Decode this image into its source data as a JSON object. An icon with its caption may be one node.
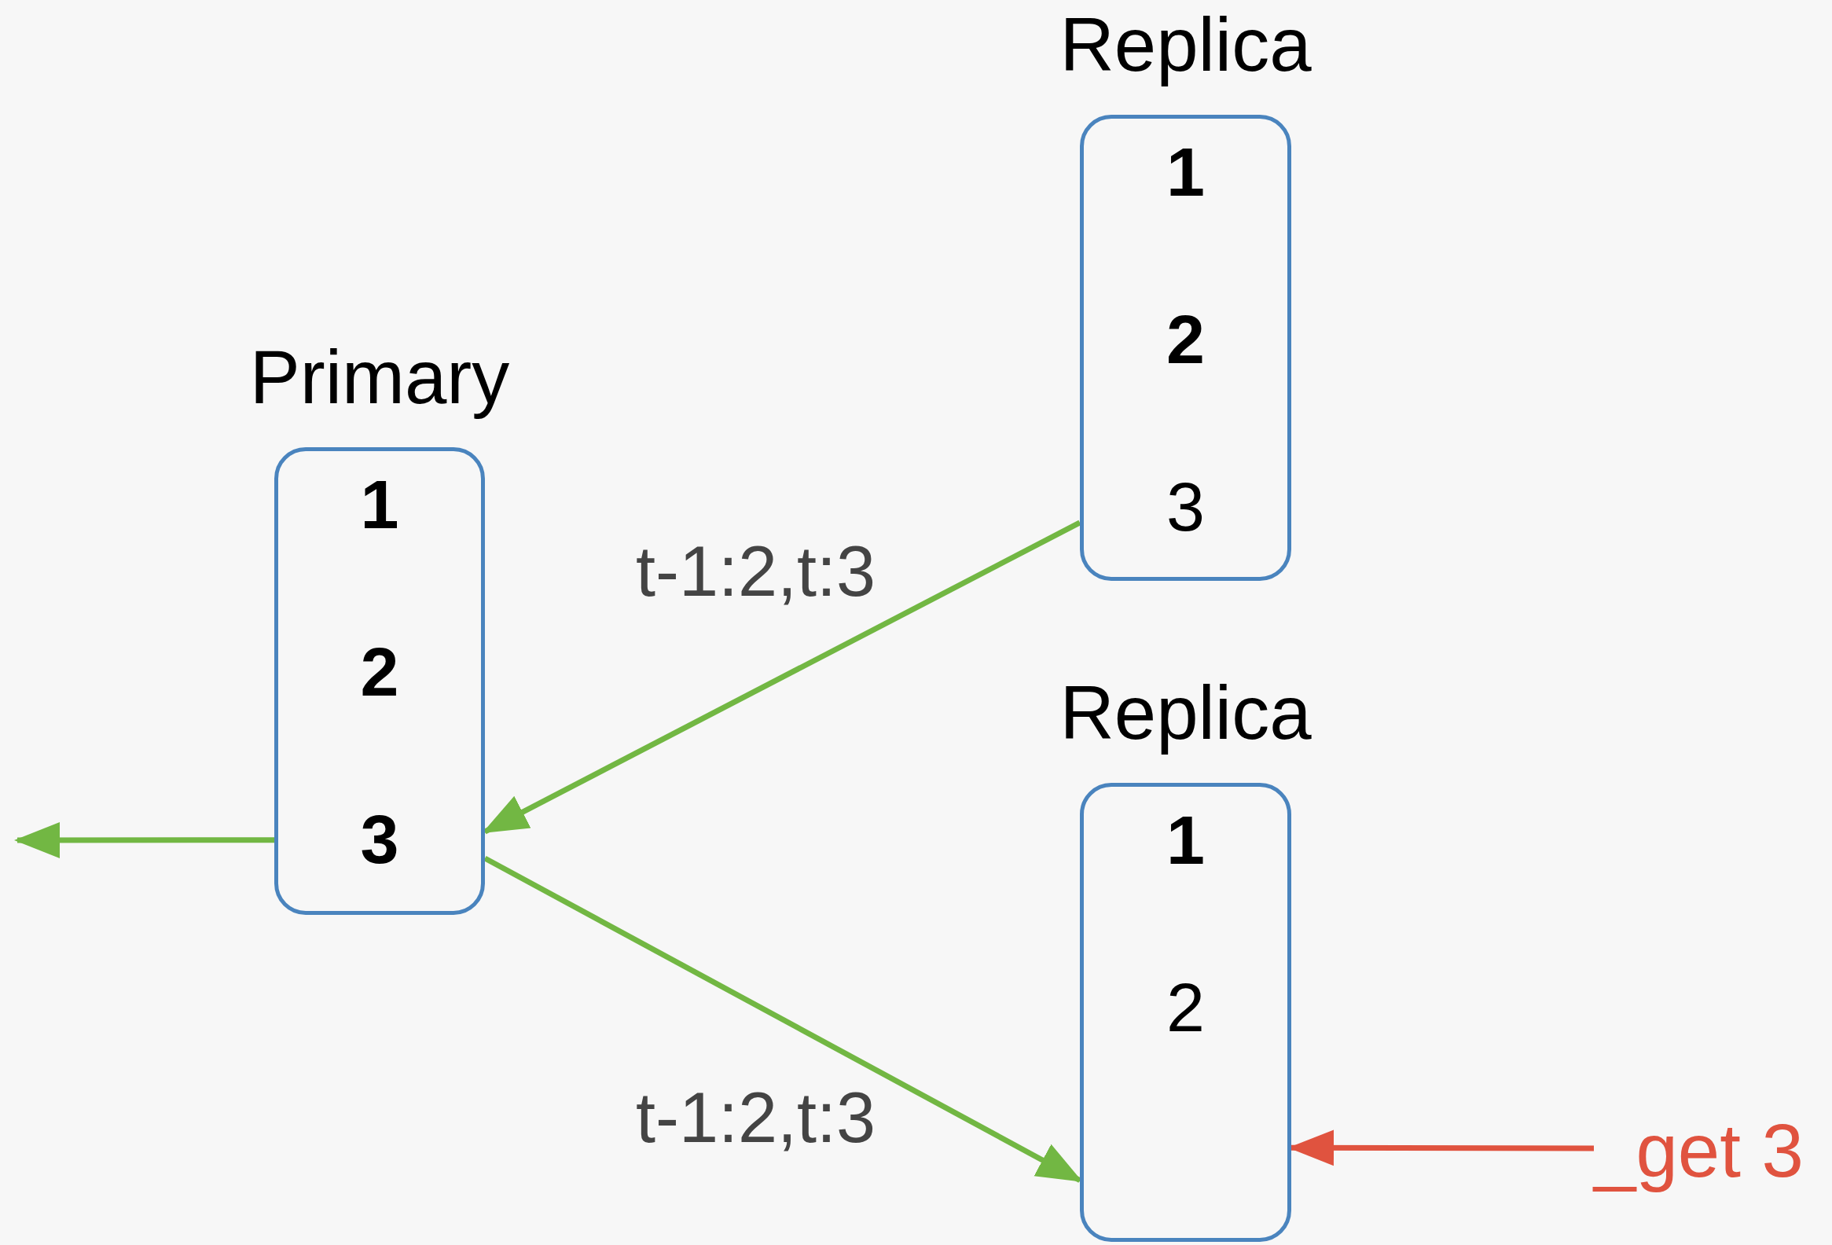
{
  "diagram": {
    "nodes": [
      {
        "text": [
          "Replica",
          "**1**",
          "**2**",
          "3"
        ]
      },
      {
        "text": [
          "Primary",
          "**1**",
          "**2**",
          "**3**"
        ]
      },
      {
        "text": [
          "Replica",
          "**1**",
          "2"
        ]
      },
      {
        "text": [
          "_get 3"
        ]
      }
    ],
    "edges": [
      {
        "from": 0,
        "to": 1,
        "arrow": "to",
        "label": "t-1:2,t:3"
      },
      {
        "from": 1,
        "to": 2,
        "arrow": "to",
        "label": "t-1:2,t:3"
      },
      {
        "from": 1,
        "to": null,
        "arrow": "to"
      },
      {
        "from": 3,
        "to": 2,
        "arrow": "to",
        "color": "#e0533f"
      }
    ]
  }
}
